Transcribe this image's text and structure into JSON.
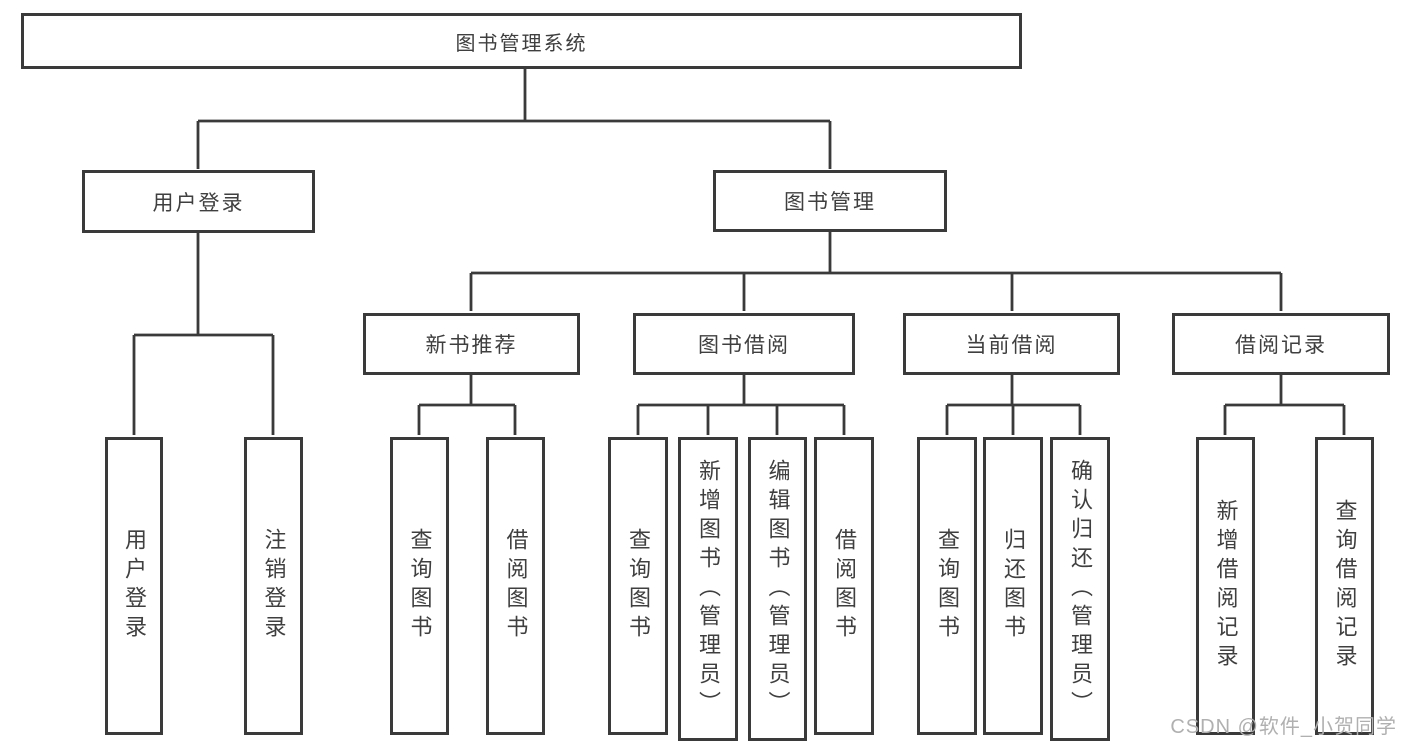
{
  "colors": {
    "line": "#3a3a3a",
    "text": "#3f3f3f",
    "watermark": "#b0b0b0",
    "background": "#ffffff"
  },
  "tree": {
    "root": "图书管理系统",
    "branches": [
      {
        "label": "用户登录",
        "children": [
          "用户登录",
          "注销登录"
        ]
      },
      {
        "label": "图书管理",
        "children": [
          {
            "label": "新书推荐",
            "children": [
              "查询图书",
              "借阅图书"
            ]
          },
          {
            "label": "图书借阅",
            "children": [
              "查询图书",
              "新增图书（管理员）",
              "编辑图书（管理员）",
              "借阅图书"
            ]
          },
          {
            "label": "当前借阅",
            "children": [
              "查询图书",
              "归还图书",
              "确认归还（管理员）"
            ]
          },
          {
            "label": "借阅记录",
            "children": [
              "新增借阅记录",
              "查询借阅记录"
            ]
          }
        ]
      }
    ]
  },
  "watermark": "CSDN @软件_小贺同学"
}
